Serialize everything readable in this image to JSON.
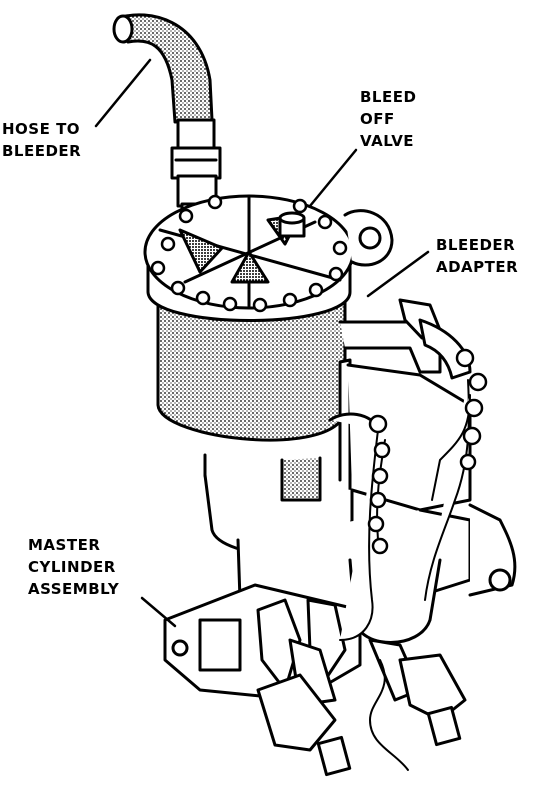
{
  "labels": {
    "hose": [
      "HOSE TO",
      "BLEEDER"
    ],
    "valve": [
      "BLEED",
      "OFF",
      "VALVE"
    ],
    "adapter": [
      "BLEEDER",
      "ADAPTER"
    ],
    "master": [
      "MASTER",
      "CYLINDER",
      "ASSEMBLY"
    ]
  },
  "colors": {
    "ink": "#000000",
    "paper": "#ffffff",
    "stipple": "#bdbdbd"
  }
}
